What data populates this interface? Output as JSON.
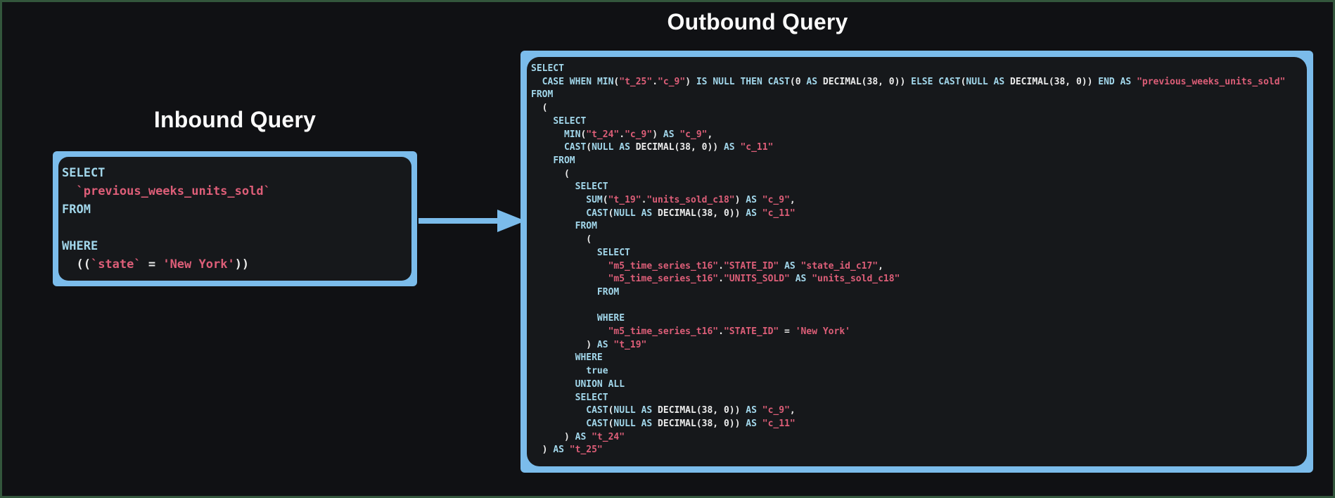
{
  "colors": {
    "page-bg": "#101114",
    "frame": "#33563c",
    "accent": "#7bbceb",
    "panel": "#16181b",
    "keyword": "#a2d7eb",
    "string": "#dd5e78",
    "plain": "#ebebeb",
    "title": "#fafafa"
  },
  "icons": {
    "arrow": "arrow-right-icon"
  },
  "inbound": {
    "title": "Inbound Query",
    "code": [
      [
        [
          "k",
          "SELECT"
        ]
      ],
      [
        [
          "p",
          "  "
        ],
        [
          "s",
          "`previous_weeks_units_sold`"
        ]
      ],
      [
        [
          "k",
          "FROM"
        ]
      ],
      [],
      [
        [
          "k",
          "WHERE"
        ]
      ],
      [
        [
          "p",
          "  (("
        ],
        [
          "s",
          "`state`"
        ],
        [
          "p",
          " = "
        ],
        [
          "s",
          "'New York'"
        ],
        [
          "p",
          "))"
        ]
      ]
    ]
  },
  "outbound": {
    "title": "Outbound Query",
    "code": [
      [
        [
          "k",
          "SELECT"
        ]
      ],
      [
        [
          "p",
          "  "
        ],
        [
          "k",
          "CASE"
        ],
        [
          "p",
          " "
        ],
        [
          "k",
          "WHEN"
        ],
        [
          "p",
          " "
        ],
        [
          "k",
          "MIN"
        ],
        [
          "p",
          "("
        ],
        [
          "s",
          "\"t_25\""
        ],
        [
          "p",
          "."
        ],
        [
          "s",
          "\"c_9\""
        ],
        [
          "p",
          ") "
        ],
        [
          "k",
          "IS"
        ],
        [
          "p",
          " "
        ],
        [
          "k",
          "NULL"
        ],
        [
          "p",
          " "
        ],
        [
          "k",
          "THEN"
        ],
        [
          "p",
          " "
        ],
        [
          "k",
          "CAST"
        ],
        [
          "p",
          "(0 "
        ],
        [
          "k",
          "AS"
        ],
        [
          "p",
          " DECIMAL(38, 0)) "
        ],
        [
          "k",
          "ELSE"
        ],
        [
          "p",
          " "
        ],
        [
          "k",
          "CAST"
        ],
        [
          "p",
          "("
        ],
        [
          "k",
          "NULL"
        ],
        [
          "p",
          " "
        ],
        [
          "k",
          "AS"
        ],
        [
          "p",
          " DECIMAL(38, 0)) "
        ],
        [
          "k",
          "END"
        ],
        [
          "p",
          " "
        ],
        [
          "k",
          "AS"
        ],
        [
          "p",
          " "
        ],
        [
          "s",
          "\"previous_weeks_units_sold\""
        ]
      ],
      [
        [
          "k",
          "FROM"
        ]
      ],
      [
        [
          "p",
          "  ("
        ]
      ],
      [
        [
          "p",
          "    "
        ],
        [
          "k",
          "SELECT"
        ]
      ],
      [
        [
          "p",
          "      "
        ],
        [
          "k",
          "MIN"
        ],
        [
          "p",
          "("
        ],
        [
          "s",
          "\"t_24\""
        ],
        [
          "p",
          "."
        ],
        [
          "s",
          "\"c_9\""
        ],
        [
          "p",
          ") "
        ],
        [
          "k",
          "AS"
        ],
        [
          "p",
          " "
        ],
        [
          "s",
          "\"c_9\""
        ],
        [
          "p",
          ","
        ]
      ],
      [
        [
          "p",
          "      "
        ],
        [
          "k",
          "CAST"
        ],
        [
          "p",
          "("
        ],
        [
          "k",
          "NULL"
        ],
        [
          "p",
          " "
        ],
        [
          "k",
          "AS"
        ],
        [
          "p",
          " DECIMAL(38, 0)) "
        ],
        [
          "k",
          "AS"
        ],
        [
          "p",
          " "
        ],
        [
          "s",
          "\"c_11\""
        ]
      ],
      [
        [
          "p",
          "    "
        ],
        [
          "k",
          "FROM"
        ]
      ],
      [
        [
          "p",
          "      ("
        ]
      ],
      [
        [
          "p",
          "        "
        ],
        [
          "k",
          "SELECT"
        ]
      ],
      [
        [
          "p",
          "          "
        ],
        [
          "k",
          "SUM"
        ],
        [
          "p",
          "("
        ],
        [
          "s",
          "\"t_19\""
        ],
        [
          "p",
          "."
        ],
        [
          "s",
          "\"units_sold_c18\""
        ],
        [
          "p",
          ") "
        ],
        [
          "k",
          "AS"
        ],
        [
          "p",
          " "
        ],
        [
          "s",
          "\"c_9\""
        ],
        [
          "p",
          ","
        ]
      ],
      [
        [
          "p",
          "          "
        ],
        [
          "k",
          "CAST"
        ],
        [
          "p",
          "("
        ],
        [
          "k",
          "NULL"
        ],
        [
          "p",
          " "
        ],
        [
          "k",
          "AS"
        ],
        [
          "p",
          " DECIMAL(38, 0)) "
        ],
        [
          "k",
          "AS"
        ],
        [
          "p",
          " "
        ],
        [
          "s",
          "\"c_11\""
        ]
      ],
      [
        [
          "p",
          "        "
        ],
        [
          "k",
          "FROM"
        ]
      ],
      [
        [
          "p",
          "          ("
        ]
      ],
      [
        [
          "p",
          "            "
        ],
        [
          "k",
          "SELECT"
        ]
      ],
      [
        [
          "p",
          "              "
        ],
        [
          "s",
          "\"m5_time_series_t16\""
        ],
        [
          "p",
          "."
        ],
        [
          "s",
          "\"STATE_ID\""
        ],
        [
          "p",
          " "
        ],
        [
          "k",
          "AS"
        ],
        [
          "p",
          " "
        ],
        [
          "s",
          "\"state_id_c17\""
        ],
        [
          "p",
          ","
        ]
      ],
      [
        [
          "p",
          "              "
        ],
        [
          "s",
          "\"m5_time_series_t16\""
        ],
        [
          "p",
          "."
        ],
        [
          "s",
          "\"UNITS_SOLD\""
        ],
        [
          "p",
          " "
        ],
        [
          "k",
          "AS"
        ],
        [
          "p",
          " "
        ],
        [
          "s",
          "\"units_sold_c18\""
        ]
      ],
      [
        [
          "p",
          "            "
        ],
        [
          "k",
          "FROM"
        ]
      ],
      [],
      [
        [
          "p",
          "            "
        ],
        [
          "k",
          "WHERE"
        ]
      ],
      [
        [
          "p",
          "              "
        ],
        [
          "s",
          "\"m5_time_series_t16\""
        ],
        [
          "p",
          "."
        ],
        [
          "s",
          "\"STATE_ID\""
        ],
        [
          "p",
          " = "
        ],
        [
          "s",
          "'New York'"
        ]
      ],
      [
        [
          "p",
          "          ) "
        ],
        [
          "k",
          "AS"
        ],
        [
          "p",
          " "
        ],
        [
          "s",
          "\"t_19\""
        ]
      ],
      [
        [
          "p",
          "        "
        ],
        [
          "k",
          "WHERE"
        ]
      ],
      [
        [
          "p",
          "          "
        ],
        [
          "k",
          "true"
        ]
      ],
      [
        [
          "p",
          "        "
        ],
        [
          "k",
          "UNION"
        ],
        [
          "p",
          " "
        ],
        [
          "k",
          "ALL"
        ]
      ],
      [
        [
          "p",
          "        "
        ],
        [
          "k",
          "SELECT"
        ]
      ],
      [
        [
          "p",
          "          "
        ],
        [
          "k",
          "CAST"
        ],
        [
          "p",
          "("
        ],
        [
          "k",
          "NULL"
        ],
        [
          "p",
          " "
        ],
        [
          "k",
          "AS"
        ],
        [
          "p",
          " DECIMAL(38, 0)) "
        ],
        [
          "k",
          "AS"
        ],
        [
          "p",
          " "
        ],
        [
          "s",
          "\"c_9\""
        ],
        [
          "p",
          ","
        ]
      ],
      [
        [
          "p",
          "          "
        ],
        [
          "k",
          "CAST"
        ],
        [
          "p",
          "("
        ],
        [
          "k",
          "NULL"
        ],
        [
          "p",
          " "
        ],
        [
          "k",
          "AS"
        ],
        [
          "p",
          " DECIMAL(38, 0)) "
        ],
        [
          "k",
          "AS"
        ],
        [
          "p",
          " "
        ],
        [
          "s",
          "\"c_11\""
        ]
      ],
      [
        [
          "p",
          "      ) "
        ],
        [
          "k",
          "AS"
        ],
        [
          "p",
          " "
        ],
        [
          "s",
          "\"t_24\""
        ]
      ],
      [
        [
          "p",
          "  ) "
        ],
        [
          "k",
          "AS"
        ],
        [
          "p",
          " "
        ],
        [
          "s",
          "\"t_25\""
        ]
      ]
    ]
  }
}
